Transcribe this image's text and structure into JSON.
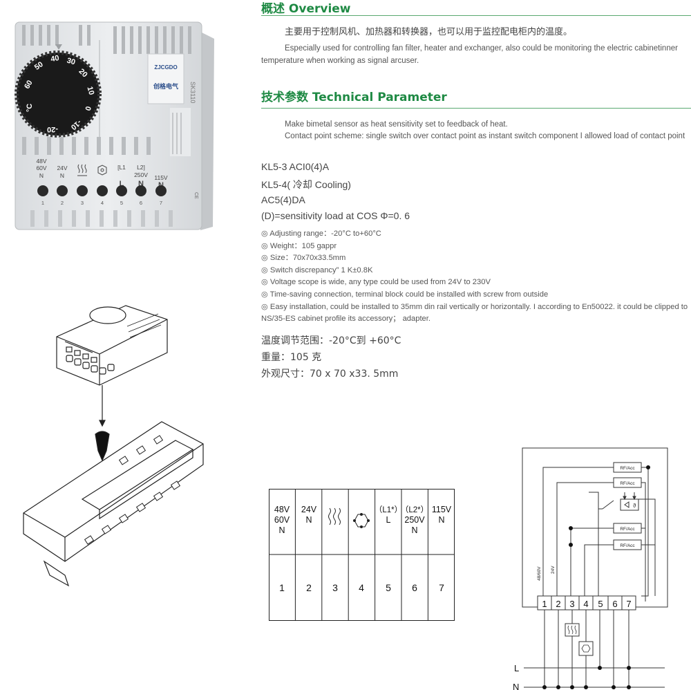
{
  "overview": {
    "title": "概述 Overview",
    "cn_text": "主要用于控制风机、加热器和转换器，也可以用于监控配电柜内的温度。",
    "en_text": "Especially used for controlling fan filter, heater and exchanger, also could be monitoring the electric cabinetinner temperature when working as signal arcuser."
  },
  "technical": {
    "title": "技术参数 Technical Parameter",
    "line1": "Make bimetal sensor as heat sensitivity set to feedback of heat.",
    "line2": "Contact point scheme: single switch over contact point as instant switch component I allowed load of contact point",
    "kl53": "KL5-3    ACI0(4)A",
    "kl54": "KL5-4( 冷却 Cooling)",
    "ac5": "AC5(4)DA",
    "d_line": "(D)=sensitivity load at COS Φ=0. 6",
    "specs": [
      "◎ Adjusting range：-20°C to+60°C",
      "◎ Weight：105 gappr",
      "◎ Size：70x70x33.5mm",
      "◎ Switch discrepancy” 1 K±0.8K",
      "◎ Voltage scope is wide, any type could be used from 24V to 230V",
      "◎ Time-saving connection, terminal block could be installed with screw from outside",
      "◎ Easy installation, could be installed to 35mm din rail vertically or horizontally. I according to En50022. it could be clipped to NS/35-ES cabinet profile its accessory； adapter."
    ],
    "cn_range": "温度调节范围：-20°C到 +60°C",
    "cn_weight": "重量：105 克",
    "cn_size": "外观尺寸：70 x 70 x33. 5mm"
  },
  "device": {
    "brand": "ZJCGDO",
    "brand_cn": "创格电气",
    "model": "SK3110",
    "dial_numbers": [
      "60",
      "50",
      "40",
      "30",
      "20",
      "10",
      "0",
      "-10",
      "-20",
      "°C"
    ],
    "terminal_labels": [
      "48V\n60V\nN",
      "24V\nN",
      "",
      "",
      "L",
      "250V\nN",
      "115V\nN"
    ],
    "terminal_numbers": [
      "1",
      "2",
      "3",
      "4",
      "5",
      "6",
      "7"
    ],
    "bracket_labels": [
      "[L1",
      "L2]"
    ]
  },
  "terminal_table": {
    "headers": [
      [
        "48V",
        "60V",
        "N"
      ],
      [
        "24V",
        "N"
      ],
      [],
      [],
      [
        "（L1*）",
        "L"
      ],
      [
        "（L2*）",
        "250V",
        "N"
      ],
      [
        "115V",
        "N"
      ]
    ],
    "numbers": [
      "1",
      "2",
      "3",
      "4",
      "5",
      "6",
      "7"
    ]
  },
  "wiring": {
    "boxes": [
      "RF/Acc",
      "RF/Acc",
      "RF/Acc",
      "RF/Acc"
    ],
    "terminals": [
      "1",
      "2",
      "3",
      "4",
      "5",
      "6",
      "7"
    ],
    "voltage_labels": [
      "48/60V",
      "24V"
    ],
    "lines": [
      "L",
      "N"
    ]
  }
}
